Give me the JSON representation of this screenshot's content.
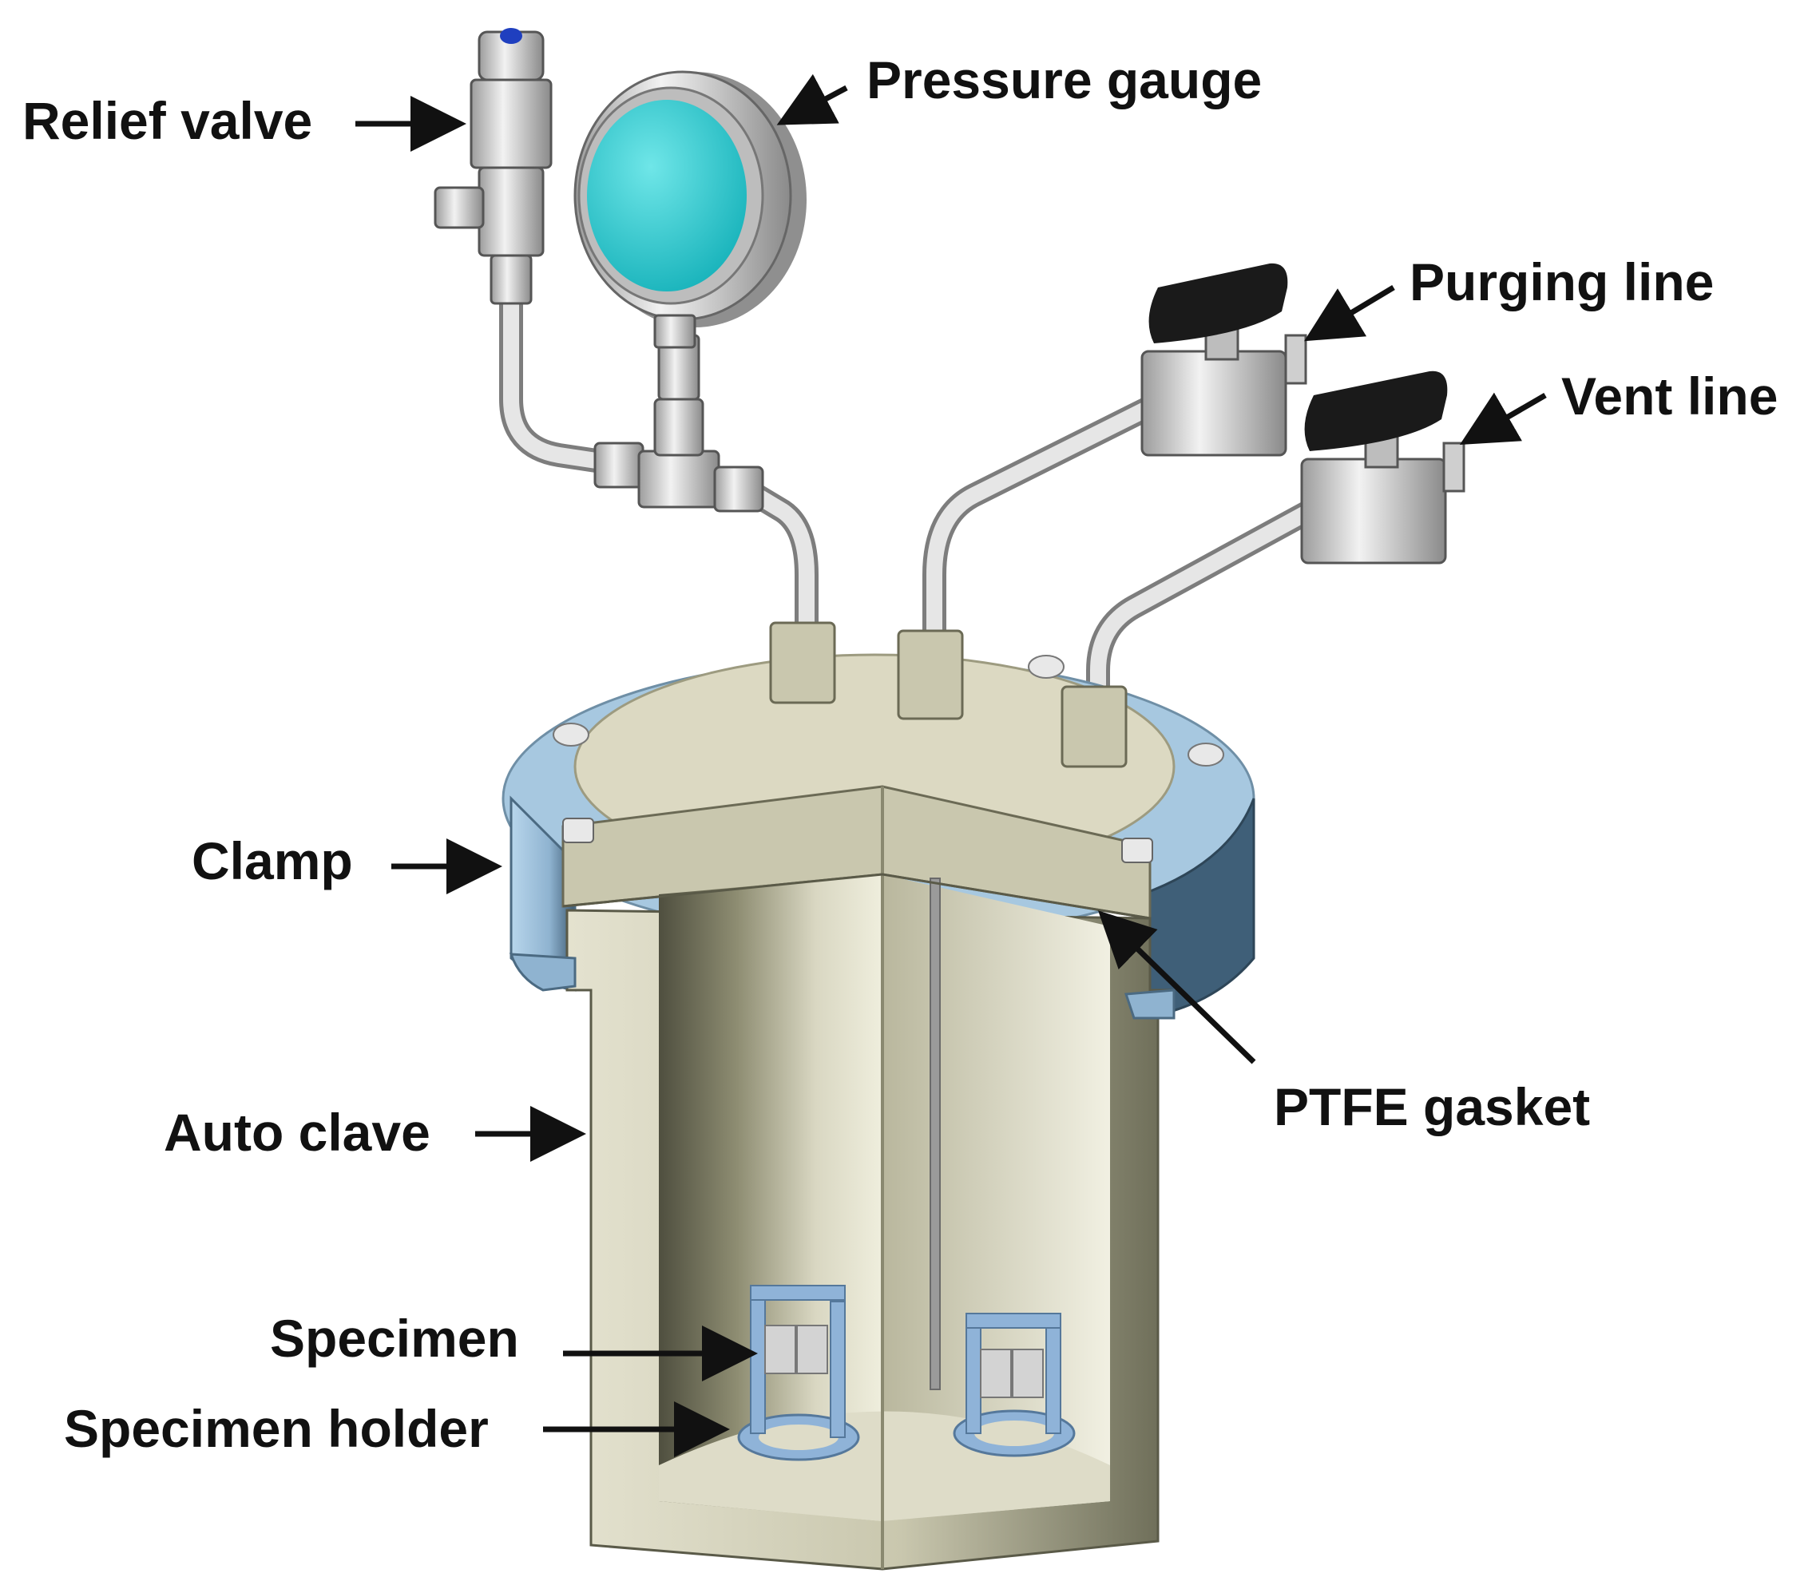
{
  "labels": {
    "relief_valve": "Relief valve",
    "pressure_gauge": "Pressure gauge",
    "purging_line": "Purging line",
    "vent_line": "Vent line",
    "clamp": "Clamp",
    "ptfe_gasket": "PTFE gasket",
    "auto_clave": "Auto clave",
    "specimen": "Specimen",
    "specimen_holder": "Specimen holder"
  },
  "colors": {
    "body": "#c9c7ae",
    "body_dark": "#5a5a48",
    "lid_top": "#dcd9c2",
    "clamp": "#a9cbe3",
    "clamp_dark": "#3f5f78",
    "steel": "#d9d9d9",
    "gauge_face": "#2ec9cf",
    "handle": "#1a1a1a",
    "holder": "#8fb3d8",
    "arrow": "#111111"
  }
}
